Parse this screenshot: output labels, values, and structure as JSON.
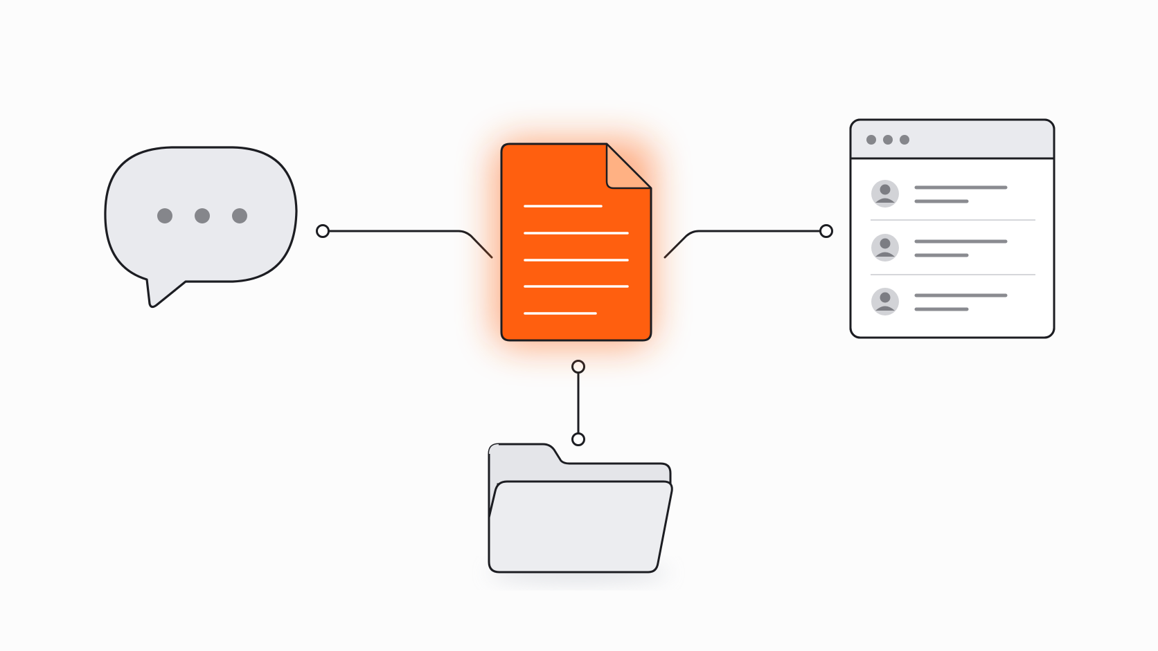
{
  "diagram": {
    "nodes": [
      {
        "id": "chat",
        "icon": "chat-bubble-icon"
      },
      {
        "id": "document",
        "icon": "document-icon",
        "highlighted": true
      },
      {
        "id": "browser",
        "icon": "browser-window-icon"
      },
      {
        "id": "folder",
        "icon": "folder-icon"
      }
    ],
    "edges": [
      {
        "from": "chat",
        "to": "document"
      },
      {
        "from": "document",
        "to": "browser"
      },
      {
        "from": "document",
        "to": "folder"
      }
    ],
    "browser_list_rows": 3
  },
  "colors": {
    "background": "#fcfcfc",
    "stroke": "#1c1d22",
    "icon_fill": "#e9eaee",
    "accent": "#ff5f0f",
    "accent_fold": "#ffb183",
    "muted": "#8a8b90",
    "divider": "#d5d6da"
  }
}
